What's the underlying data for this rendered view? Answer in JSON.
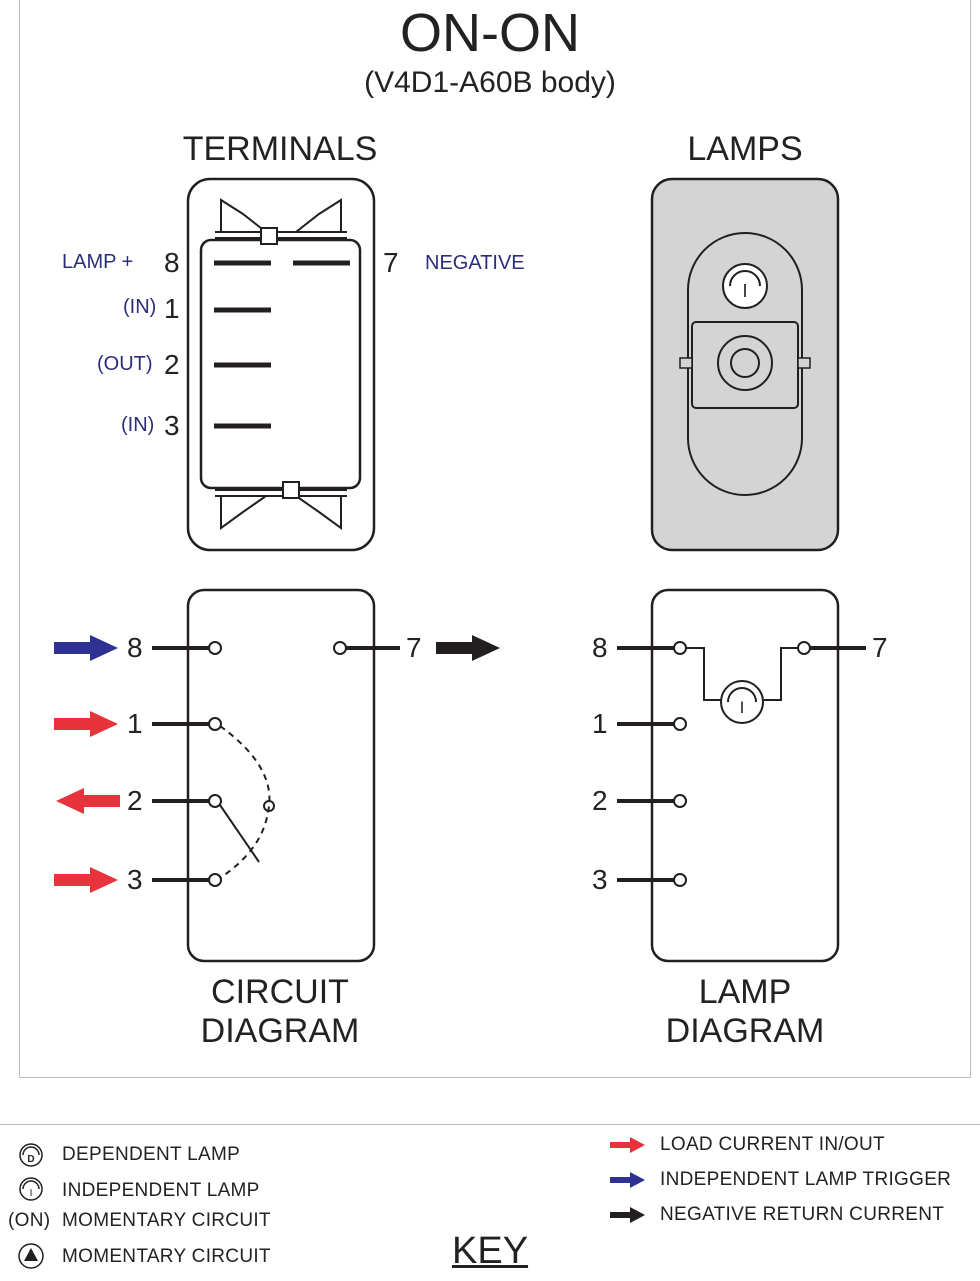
{
  "title": "ON-ON",
  "subtitle": "(V4D1-A60B body)",
  "terminals": {
    "heading": "TERMINALS",
    "lamp_plus": "LAMP +",
    "negative": "NEGATIVE",
    "pins": [
      {
        "num": "8",
        "tag": ""
      },
      {
        "num": "1",
        "tag": "(IN)"
      },
      {
        "num": "2",
        "tag": "(OUT)"
      },
      {
        "num": "3",
        "tag": "(IN)"
      }
    ],
    "right_pin": "7"
  },
  "lamps": {
    "heading": "LAMPS",
    "symbol": "I"
  },
  "circuit_diagram": {
    "line1": "CIRCUIT",
    "line2": "DIAGRAM",
    "pins": [
      "8",
      "1",
      "2",
      "3"
    ],
    "right_pin": "7"
  },
  "lamp_diagram": {
    "line1": "LAMP",
    "line2": "DIAGRAM",
    "pins": [
      "8",
      "1",
      "2",
      "3"
    ],
    "right_pin": "7",
    "symbol": "I"
  },
  "key": {
    "heading": "KEY",
    "symbols": [
      {
        "icon": "D",
        "label": "DEPENDENT LAMP"
      },
      {
        "icon": "I",
        "label": "INDEPENDENT LAMP"
      },
      {
        "icon": "(ON)",
        "label": "MOMENTARY CIRCUIT"
      },
      {
        "icon": "triangle",
        "label": "MOMENTARY CIRCUIT"
      }
    ],
    "arrows": [
      {
        "color": "#e8323c",
        "label": "LOAD CURRENT IN/OUT"
      },
      {
        "color": "#2e3192",
        "label": "INDEPENDENT LAMP TRIGGER"
      },
      {
        "color": "#231f20",
        "label": "NEGATIVE RETURN CURRENT"
      }
    ]
  },
  "colors": {
    "red": "#e8323c",
    "blue": "#2e3192",
    "black": "#231f20",
    "lamp_body": "#d4d4d4"
  }
}
